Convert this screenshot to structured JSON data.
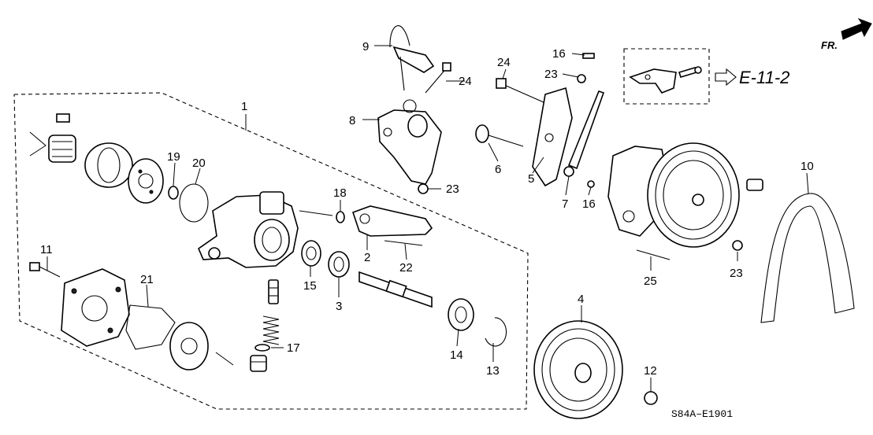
{
  "diagram": {
    "drawing_code": "S84A–E1901",
    "reference_label": "E-11-2",
    "front_label": "FR.",
    "callouts": [
      "1",
      "2",
      "3",
      "4",
      "5",
      "6",
      "7",
      "8",
      "9",
      "10",
      "11",
      "12",
      "13",
      "14",
      "15",
      "16",
      "16",
      "17",
      "18",
      "19",
      "20",
      "21",
      "22",
      "23",
      "23",
      "23",
      "24",
      "24",
      "25"
    ]
  }
}
